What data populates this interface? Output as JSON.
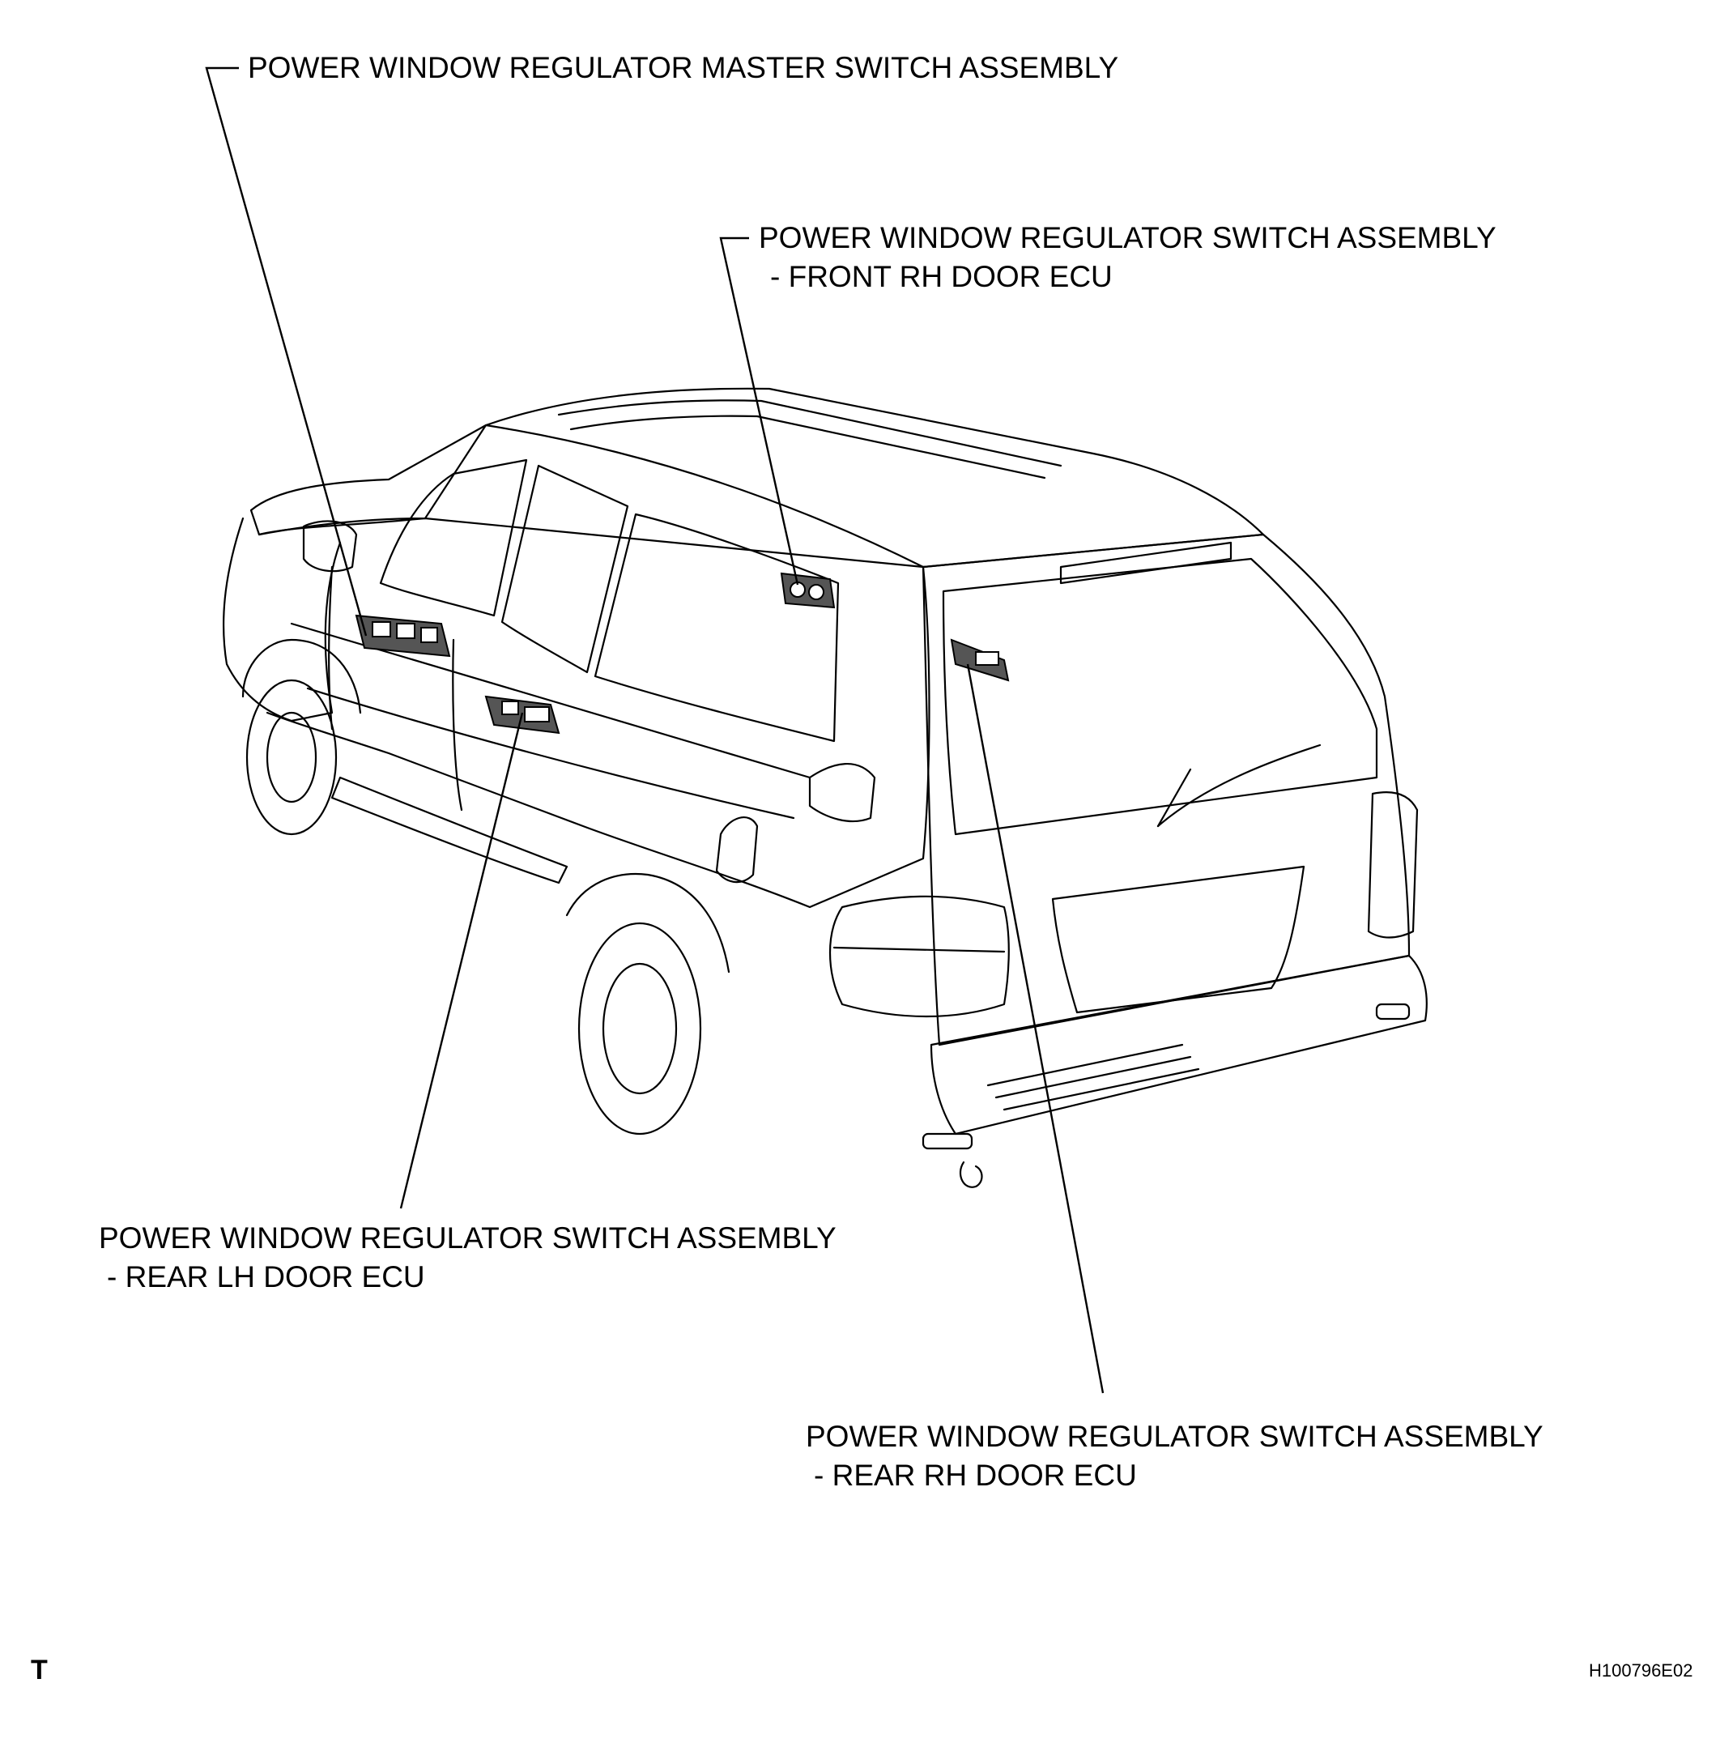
{
  "labels": {
    "master": {
      "line1": "POWER WINDOW REGULATOR MASTER SWITCH ASSEMBLY"
    },
    "front_rh": {
      "line1": "POWER WINDOW REGULATOR SWITCH ASSEMBLY",
      "line2": "- FRONT RH DOOR ECU"
    },
    "rear_lh": {
      "line1": "POWER WINDOW REGULATOR SWITCH ASSEMBLY",
      "line2": "- REAR LH DOOR ECU"
    },
    "rear_rh": {
      "line1": "POWER WINDOW REGULATOR SWITCH ASSEMBLY",
      "line2": "- REAR RH DOOR ECU"
    }
  },
  "corner_mark": "T",
  "figure_id": "H100796E02"
}
